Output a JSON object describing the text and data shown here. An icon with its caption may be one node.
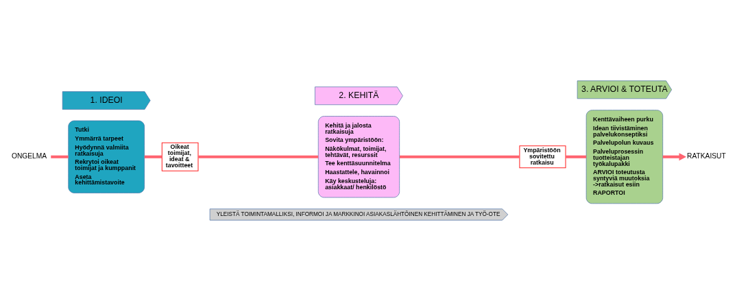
{
  "diagram": {
    "nodes": [
      {
        "text": [
          "1. IDEOI"
        ]
      },
      {
        "text": [
          "2. KEHITÄ"
        ]
      },
      {
        "text": [
          "3. ARVIOI & TOTEUTA"
        ]
      },
      {
        "text": [
          "Tutki",
          "Ymmärrä tarpeet",
          "Hyödynnä valmiita ratkaisuja",
          "Rekrytoi oikeat toimijat ja kumppanit",
          "Aseta kehittämistavoite"
        ]
      },
      {
        "text": [
          "Kehitä ja jalosta ratkaisuja",
          "Sovita ympäristöön:",
          "Näkökulmat, toimijat, tehtävät, resurssit",
          "Tee kenttäsuunnitelma",
          "Haastattele, havainnoi",
          "Käy keskusteluja: asiakkaat/ henkilöstö"
        ]
      },
      {
        "text": [
          "Kenttävaiheen purku",
          "Idean tiivistäminen palvelukonseptiksi",
          "Palvelupolun kuvaus",
          "Palveluprosessin tuotteistajan työkalupakki",
          "ARVIOI toteutusta syntyviä muutoksia ->ratkaisut esiin",
          "RAPORTOI"
        ]
      },
      {
        "text": [
          "Oikeat toimijat, ideat & tavoitteet"
        ]
      },
      {
        "text": [
          "Ympäristöön sovitettu ratkaisu"
        ]
      },
      {
        "text": [
          "ONGELMA"
        ]
      },
      {
        "text": [
          "RATKAISUT"
        ]
      },
      {
        "text": [
          "YLEISTÄ TOIMINTAMALLIKSI, INFORMOI JA MARKKINOI ASIAKASLÄHTÖINEN KEHITTÄMINEN JA TYÖ-OTE"
        ]
      }
    ],
    "edges": [
      {
        "from": 8,
        "to": 3,
        "arrow": "none"
      },
      {
        "from": 3,
        "to": 6,
        "arrow": "none"
      },
      {
        "from": 6,
        "to": 4,
        "arrow": "none"
      },
      {
        "from": 4,
        "to": 7,
        "arrow": "none"
      },
      {
        "from": 7,
        "to": 5,
        "arrow": "none"
      },
      {
        "from": 5,
        "to": 9,
        "arrow": "to"
      }
    ]
  }
}
